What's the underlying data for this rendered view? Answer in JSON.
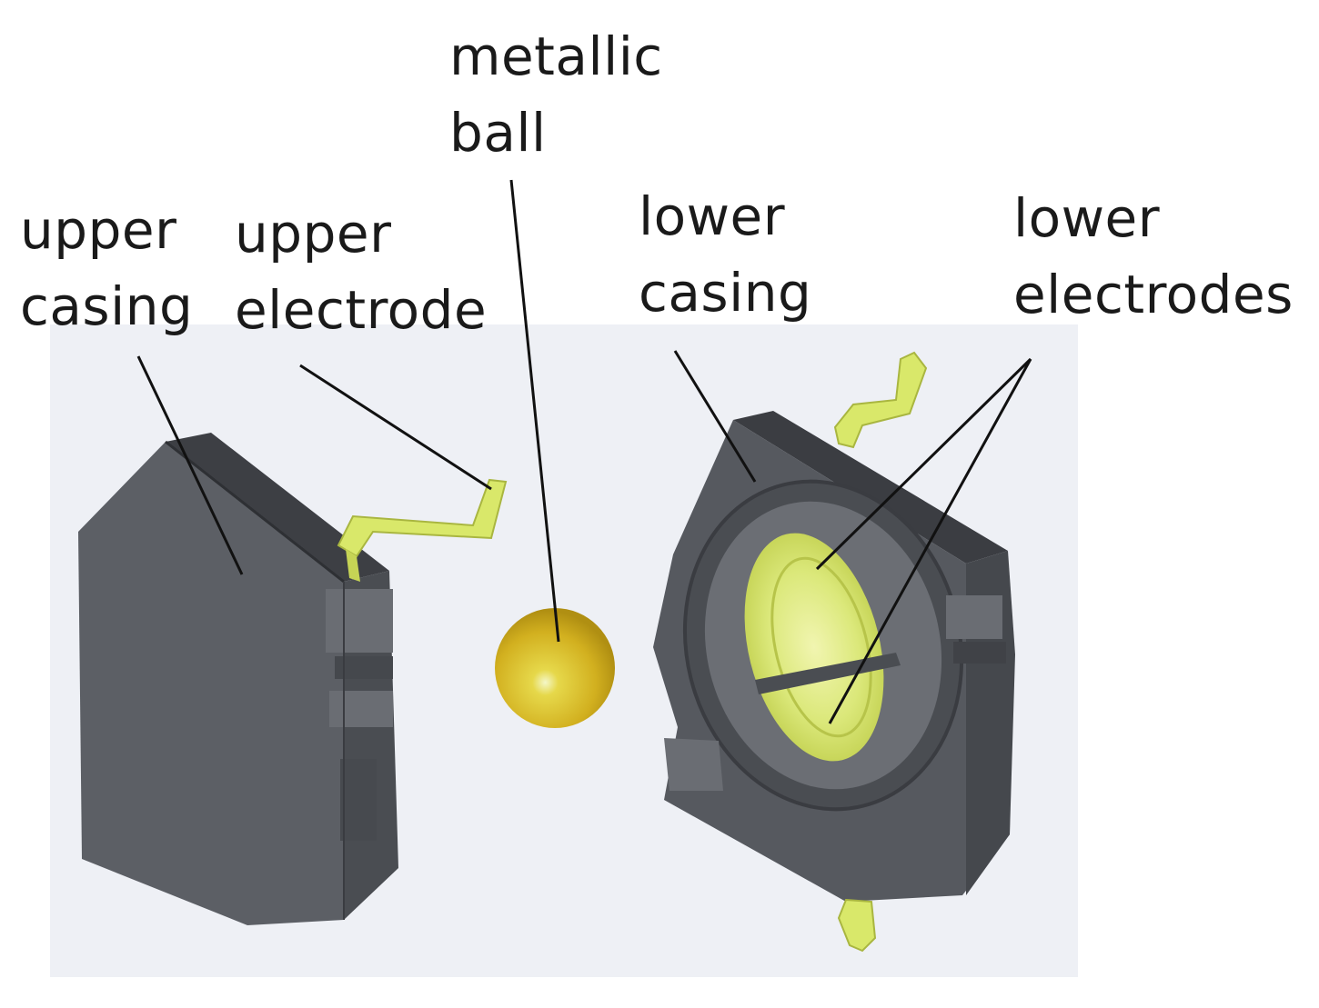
{
  "labels": {
    "metallic_ball": [
      "metallic",
      "ball"
    ],
    "upper_casing": [
      "upper",
      "casing"
    ],
    "upper_electrode": [
      "upper",
      "electrode"
    ],
    "lower_casing": [
      "lower",
      "casing"
    ],
    "lower_electrodes": [
      "lower",
      "electrodes"
    ]
  },
  "colors": {
    "photo_background": "#eef0f5",
    "casing": "#55585e",
    "casing_dark": "#3a3c41",
    "electrode": "#d9e86a",
    "ball": "#d9b821",
    "leader_line": "#111111",
    "text": "#1a1a1a"
  }
}
